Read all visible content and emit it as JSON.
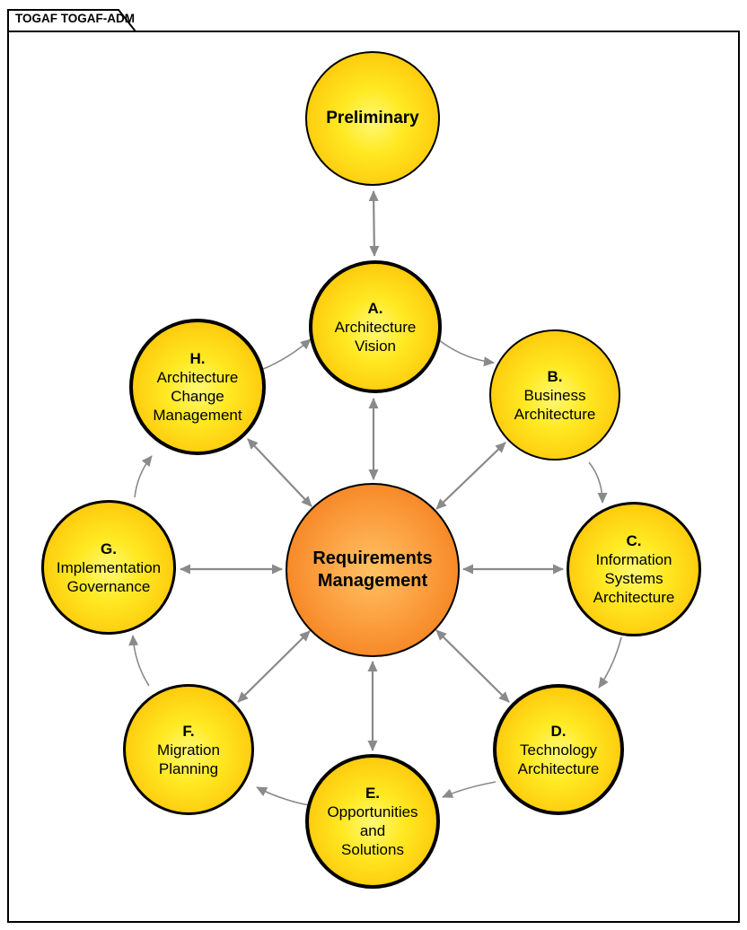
{
  "tab": {
    "label": "TOGAF TOGAF-ADM"
  },
  "diagram": {
    "hub": {
      "label": "Requirements\nManagement"
    },
    "nodes": {
      "preliminary": {
        "label": "Preliminary"
      },
      "a": {
        "letter": "A.",
        "name": "Architecture\nVision"
      },
      "b": {
        "letter": "B.",
        "name": "Business\nArchitecture"
      },
      "c": {
        "letter": "C.",
        "name": "Information\nSystems\nArchitecture"
      },
      "d": {
        "letter": "D.",
        "name": "Technology\nArchitecture"
      },
      "e": {
        "letter": "E.",
        "name": "Opportunities\nand\nSolutions"
      },
      "f": {
        "letter": "F.",
        "name": "Migration\nPlanning"
      },
      "g": {
        "letter": "G.",
        "name": "Implementation\nGovernance"
      },
      "h": {
        "letter": "H.",
        "name": "Architecture\nChange\nManagement"
      }
    },
    "colors": {
      "phase_fill_inner": "#fff876",
      "phase_fill_outer": "#fbb606",
      "hub_fill_inner": "#ffc264",
      "hub_fill_outer": "#ef6f19",
      "connector": "#8a8a8a",
      "outline": "#000000",
      "background": "#ffffff"
    }
  }
}
